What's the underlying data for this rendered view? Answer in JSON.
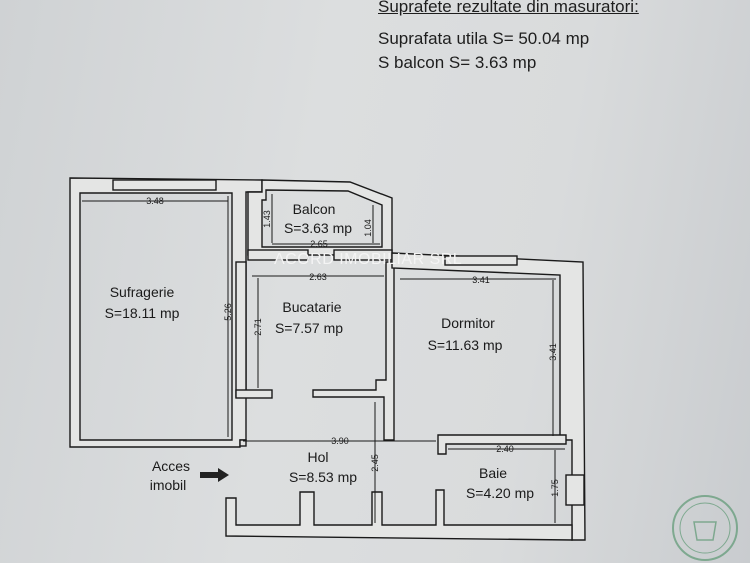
{
  "header": {
    "title": "Suprafete rezultate din masuratori:",
    "usable_area": "Suprafata utila S= 50.04 mp",
    "balcony_area": "S balcon S= 3.63 mp"
  },
  "watermark": "ACORD IMOBILIAR SRL",
  "rooms": {
    "sufragerie": {
      "name": "Sufragerie",
      "area": "S=18.11 mp"
    },
    "balcon": {
      "name": "Balcon",
      "area": "S=3.63 mp"
    },
    "bucatarie": {
      "name": "Bucatarie",
      "area": "S=7.57 mp"
    },
    "dormitor": {
      "name": "Dormitor",
      "area": "S=11.63 mp"
    },
    "hol": {
      "name": "Hol",
      "area": "S=8.53 mp"
    },
    "baie": {
      "name": "Baie",
      "area": "S=4.20 mp"
    }
  },
  "entrance": {
    "line1": "Acces",
    "line2": "imobil",
    "icon": "arrow-right-icon"
  },
  "dimensions": {
    "sufragerie_w": "3.48",
    "sufragerie_h": "5.26",
    "balcon_h_left": "1.43",
    "balcon_h_right": "1.04",
    "balcon_w": "2.65",
    "bucatarie_w": "2.63",
    "bucatarie_h": "2.71",
    "dormitor_w": "3.41",
    "dormitor_h": "3.41",
    "hol_w": "3.90",
    "hol_h": "2.45",
    "baie_w": "2.40",
    "baie_h": "1.75"
  }
}
